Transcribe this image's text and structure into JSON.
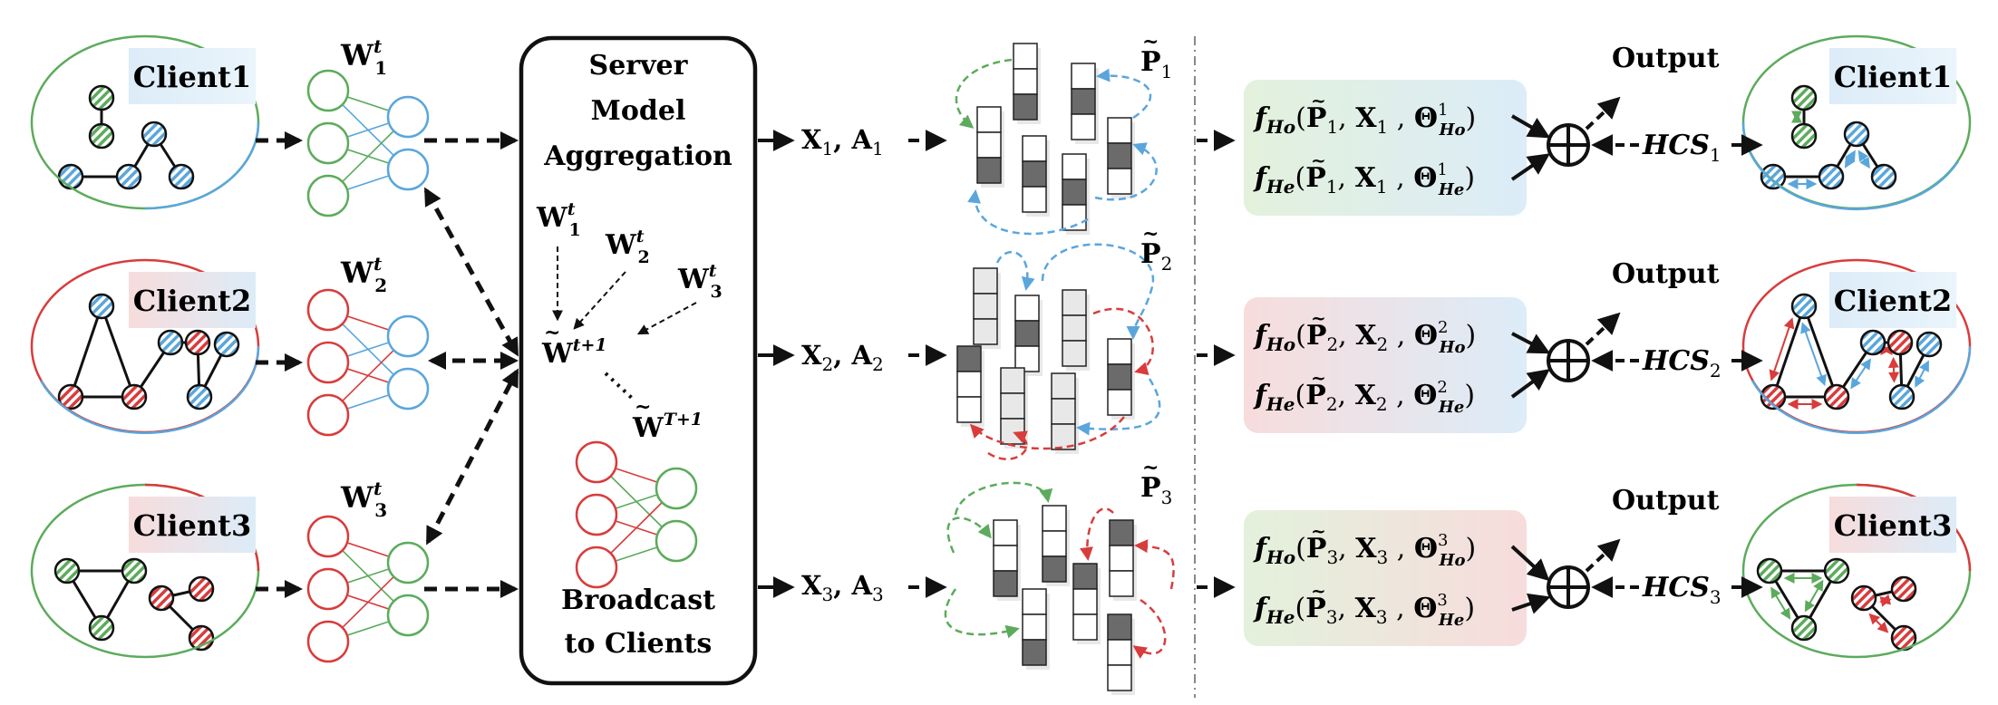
{
  "clients": [
    {
      "label": "Client1",
      "weight": {
        "main": "W",
        "sup": "t",
        "sub": "1"
      },
      "input": {
        "x": "X",
        "xs": "1",
        "a": "A",
        "as": "1"
      },
      "proto": {
        "main": "P",
        "sub": "1"
      },
      "output": "Output",
      "hcs": {
        "main": "HCS",
        "sub": "1"
      },
      "f_ho": {
        "f": "f",
        "fs": "Ho",
        "p": "P",
        "ps": "1",
        "x": "X",
        "xs": "1",
        "theta": "Θ",
        "tsup": "1",
        "tsub": "Ho"
      },
      "f_he": {
        "f": "f",
        "fs": "He",
        "p": "P",
        "ps": "1",
        "x": "X",
        "xs": "1",
        "theta": "Θ",
        "tsup": "1",
        "tsub": "He"
      }
    },
    {
      "label": "Client2",
      "weight": {
        "main": "W",
        "sup": "t",
        "sub": "2"
      },
      "input": {
        "x": "X",
        "xs": "2",
        "a": "A",
        "as": "2"
      },
      "proto": {
        "main": "P",
        "sub": "2"
      },
      "output": "Output",
      "hcs": {
        "main": "HCS",
        "sub": "2"
      },
      "f_ho": {
        "f": "f",
        "fs": "Ho",
        "p": "P",
        "ps": "2",
        "x": "X",
        "xs": "2",
        "theta": "Θ",
        "tsup": "2",
        "tsub": "Ho"
      },
      "f_he": {
        "f": "f",
        "fs": "He",
        "p": "P",
        "ps": "2",
        "x": "X",
        "xs": "2",
        "theta": "Θ",
        "tsup": "2",
        "tsub": "He"
      }
    },
    {
      "label": "Client3",
      "weight": {
        "main": "W",
        "sup": "t",
        "sub": "3"
      },
      "input": {
        "x": "X",
        "xs": "3",
        "a": "A",
        "as": "3"
      },
      "proto": {
        "main": "P",
        "sub": "3"
      },
      "output": "Output",
      "hcs": {
        "main": "HCS",
        "sub": "3"
      },
      "f_ho": {
        "f": "f",
        "fs": "Ho",
        "p": "P",
        "ps": "3",
        "x": "X",
        "xs": "3",
        "theta": "Θ",
        "tsup": "3",
        "tsub": "Ho"
      },
      "f_he": {
        "f": "f",
        "fs": "He",
        "p": "P",
        "ps": "3",
        "x": "X",
        "xs": "3",
        "theta": "Θ",
        "tsup": "3",
        "tsub": "He"
      }
    }
  ],
  "server": {
    "title_lines": [
      "Server",
      "Model",
      "Aggregation"
    ],
    "footer_lines": [
      "Broadcast",
      "to Clients"
    ],
    "w1": {
      "main": "W",
      "sup": "t",
      "sub": "1"
    },
    "w2": {
      "main": "W",
      "sup": "t",
      "sub": "2"
    },
    "w3": {
      "main": "W",
      "sup": "t",
      "sub": "3"
    },
    "agg": {
      "main": "W",
      "sup": "t+1"
    },
    "final": {
      "main": "W",
      "sup": "T+1"
    }
  },
  "colors": {
    "green": "#5cab5c",
    "blue": "#5aa6dc",
    "red": "#d83c3c",
    "ink": "#111111",
    "box_green": "#e3f1dc",
    "box_blue": "#dcecf8",
    "box_red": "#f7dcdc"
  }
}
